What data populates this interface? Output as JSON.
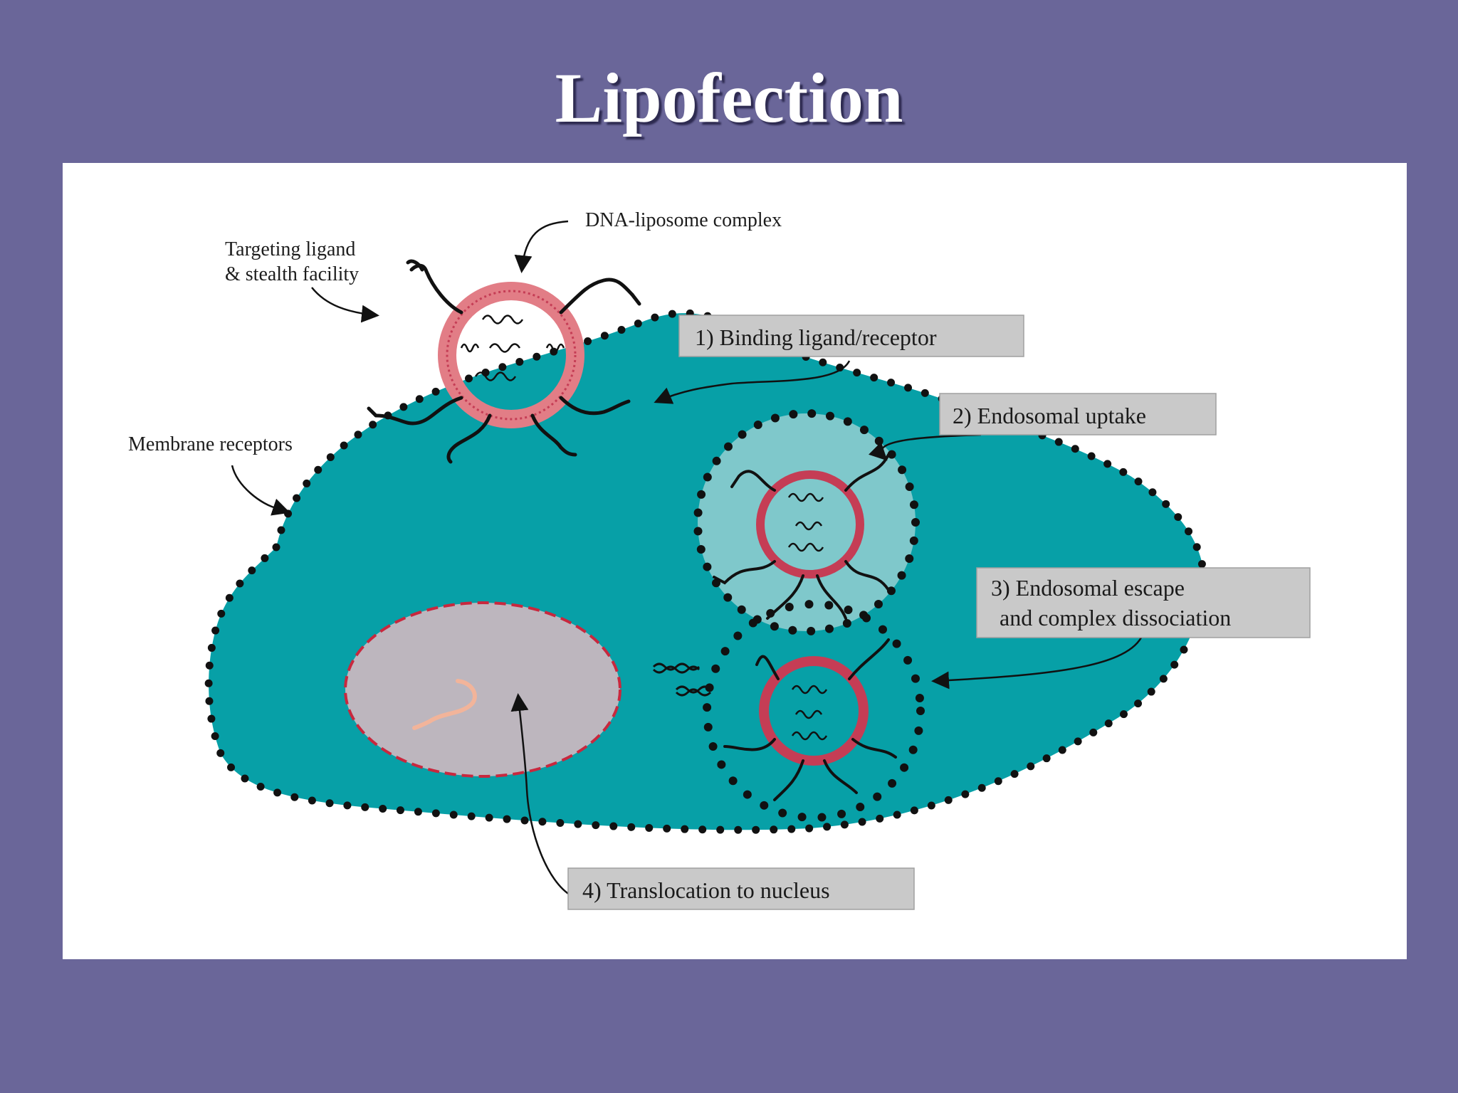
{
  "slide": {
    "title": "Lipofection"
  },
  "diagram": {
    "labels": {
      "dna_liposome_complex": "DNA-liposome complex",
      "targeting_ligand_line1": "Targeting ligand",
      "targeting_ligand_line2": "& stealth facility",
      "membrane_receptors": "Membrane receptors"
    },
    "steps": [
      {
        "text": "1) Binding ligand/receptor"
      },
      {
        "text": "2) Endosomal uptake"
      },
      {
        "line1": "3) Endosomal escape",
        "line2": "and complex dissociation"
      },
      {
        "text": "4) Translocation to nucleus"
      }
    ],
    "colors": {
      "background": "#6a6699",
      "cell": "#07a0a7",
      "membrane_dots": "#111111",
      "liposome_ring": "#c53d55",
      "nucleus": "#bdb6be",
      "nucleus_border": "#c8283e",
      "endosome": "#7fc8cb",
      "step_box": "#c9c9c9"
    }
  }
}
